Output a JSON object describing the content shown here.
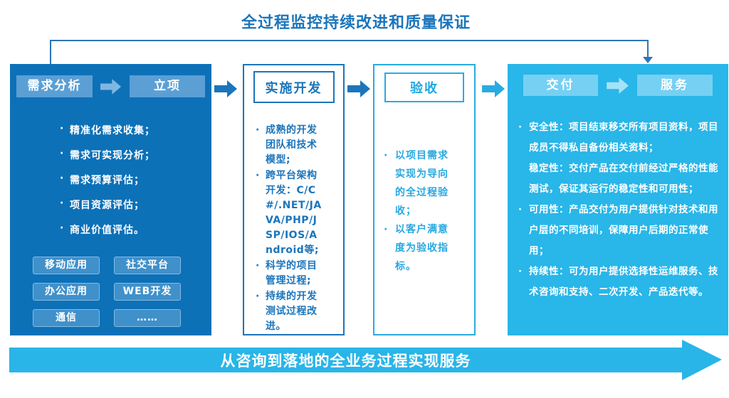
{
  "title": "全过程监控持续改进和质量保证",
  "bottom_banner": {
    "label": "从咨询到落地的全业务过程实现服务"
  },
  "colors": {
    "title_blue": "#1b75bb",
    "panel1_bg": "#0d71b8",
    "panel2_border": "#1b75bb",
    "pan3_border": "#29abe2",
    "panel4_bg": "#29b6e8",
    "banner_cyan": "#29b5e8",
    "bracket_blue": "#2e75b6"
  },
  "icons": {
    "step_arrow": "block-arrow-right",
    "bracket_arrow": "arrow-down"
  },
  "stage1": {
    "steps": [
      {
        "label": "需求分析"
      },
      {
        "label": "立项"
      }
    ],
    "bullets": [
      "精准化需求收集；",
      "需求可实现分析；",
      "需求预算评估；",
      "项目资源评估；",
      "商业价值评估。"
    ],
    "tags": [
      "移动应用",
      "社交平台",
      "办公应用",
      "WEB开发",
      "通信",
      "……"
    ]
  },
  "stage2": {
    "header": "实施开发",
    "bullets": [
      "成熟的开发团队和技术模型;",
      "跨平台架构开发：C/C#/.NET/JAVA/PHP/JSP/IOS/Android等;",
      "科学的项目管理过程;",
      "持续的开发测试过程改进。"
    ]
  },
  "stage3": {
    "header": "验收",
    "bullets": [
      "以项目需求实现为导向的全过程验收；",
      "以客户满意度为验收指标。"
    ]
  },
  "stage4": {
    "steps": [
      {
        "label": "交付"
      },
      {
        "label": "服务"
      }
    ],
    "bullets": [
      {
        "marker": true,
        "text": "安全性：项目结束移交所有项目资料，项目成员不得私自备份相关资料；"
      },
      {
        "marker": false,
        "text": "稳定性：交付产品在交付前经过严格的性能测试，保证其运行的稳定性和可用性；"
      },
      {
        "marker": true,
        "text": "可用性：产品交付为用户提供针对技术和用户层的不同培训，保障用户后期的正常使用；"
      },
      {
        "marker": true,
        "text": "持续性：可为用户提供选择性运维服务、技术咨询和支持、二次开发、产品迭代等。"
      }
    ]
  }
}
